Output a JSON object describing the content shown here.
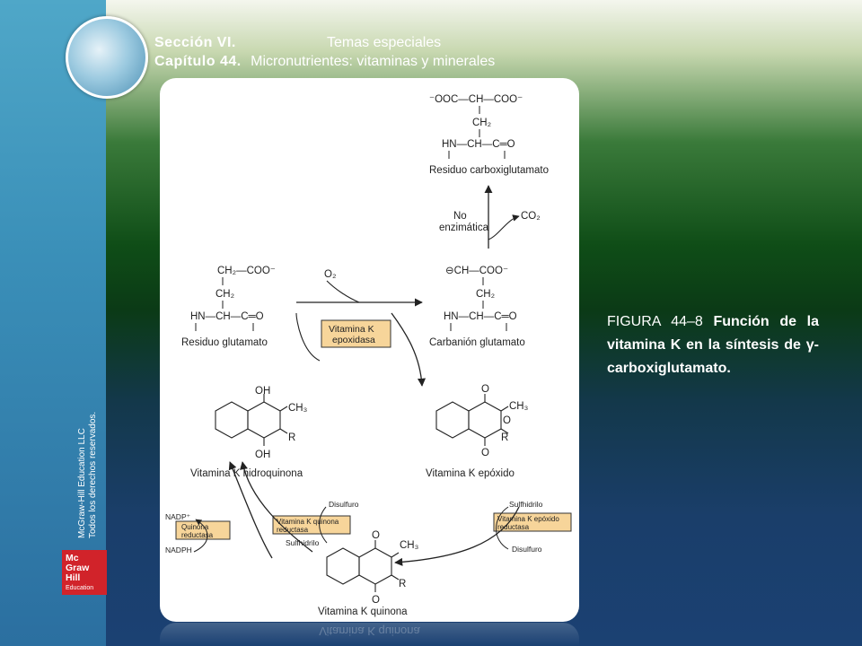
{
  "header": {
    "section_label": "Sección VI.",
    "section_title": "Temas especiales",
    "chapter_label": "Capítulo 44.",
    "chapter_title": "Micronutrientes: vitaminas y minerales"
  },
  "caption": {
    "figure_number": "FIGURA 44–8",
    "figure_text": "Función de la vitamina K en la síntesis de γ-carboxiglutamato."
  },
  "copyright": {
    "line1": "McGraw-Hill Education LLC",
    "line2": "Todos los derechos reservados."
  },
  "logo": {
    "line1": "Mc",
    "line2": "Graw",
    "line3": "Hill",
    "line4": "Education"
  },
  "diagram": {
    "carboxy_top": "⁻OOC—CH—COO⁻",
    "carboxy_ch2": "CH₂",
    "carboxy_backbone": "HN—CH—C═O",
    "carboxy_label": "Residuo carboxiglutamato",
    "no_enz_1": "No",
    "no_enz_2": "enzimática",
    "co2": "CO₂",
    "glu_top": "CH₂—COO⁻",
    "glu_ch2": "CH₂",
    "glu_backbone": "HN—CH—C═O",
    "glu_label": "Residuo glutamato",
    "o2": "O₂",
    "epoxidase_1": "Vitamina K",
    "epoxidase_2": "epoxidasa",
    "carbanion_top": "⊖CH—COO⁻",
    "carbanion_ch2": "CH₂",
    "carbanion_backbone": "HN—CH—C═O",
    "carbanion_label": "Carbanión glutamato",
    "hq_oh_top": "OH",
    "hq_ch3": "CH₃",
    "hq_r": "R",
    "hq_oh_bottom": "OH",
    "hq_label": "Vitamina K hidroquinona",
    "ep_o_top": "O",
    "ep_ch3": "CH₃",
    "ep_o_ring": "O",
    "ep_r": "R",
    "ep_o_bottom": "O",
    "ep_label": "Vitamina K epóxido",
    "disulfuro_left": "Disulfuro",
    "nadp": "NADP⁺",
    "quinona_red_1": "Vitamina K quinona",
    "quinona_red_2": "reductasa",
    "sulfhidrilo_left": "Sulfhidrilo",
    "q_red_1": "Quinona",
    "q_red_2": "reductasa",
    "nadph": "NADPH",
    "sulfhidrilo_right": "Sulfhidrilo",
    "ep_red_1": "Vitamina K epóxido",
    "ep_red_2": "reductasa",
    "disulfuro_right": "Disulfuro",
    "quin_o_top": "O",
    "quin_ch3": "CH₃",
    "quin_r": "R",
    "quin_o_bottom": "O",
    "quin_label": "Vitamina K quinona"
  },
  "reflection_text": "Vitamina K quinona"
}
